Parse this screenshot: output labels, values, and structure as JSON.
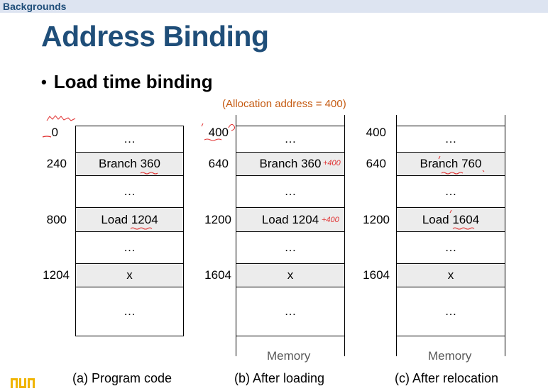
{
  "header": {
    "section": "Backgrounds"
  },
  "slide": {
    "title": "Address Binding",
    "bullet": "Load time binding",
    "allocation_note": "(Allocation address = 400)"
  },
  "columns": [
    {
      "caption": "(a) Program code",
      "memory_label": "",
      "addresses": [
        "0",
        "240",
        "800",
        "1204"
      ],
      "cells": [
        "…",
        "Branch 360",
        "…",
        "Load 1204",
        "…",
        "x",
        "…"
      ]
    },
    {
      "caption": "(b) After loading",
      "memory_label": "Memory",
      "addresses": [
        "400",
        "640",
        "1200",
        "1604"
      ],
      "cells": [
        "…",
        "Branch 360",
        "…",
        "Load 1204",
        "…",
        "x",
        "…"
      ]
    },
    {
      "caption": "(c) After relocation",
      "memory_label": "Memory",
      "addresses": [
        "400",
        "640",
        "1200",
        "1604"
      ],
      "cells": [
        "…",
        "Branch 760",
        "…",
        "Load 1604",
        "…",
        "x",
        "…"
      ]
    }
  ],
  "annotations": [
    "+400",
    "+400"
  ],
  "colors": {
    "title": "#1f4e79",
    "note": "#c55a11",
    "ink": "#e03030"
  }
}
